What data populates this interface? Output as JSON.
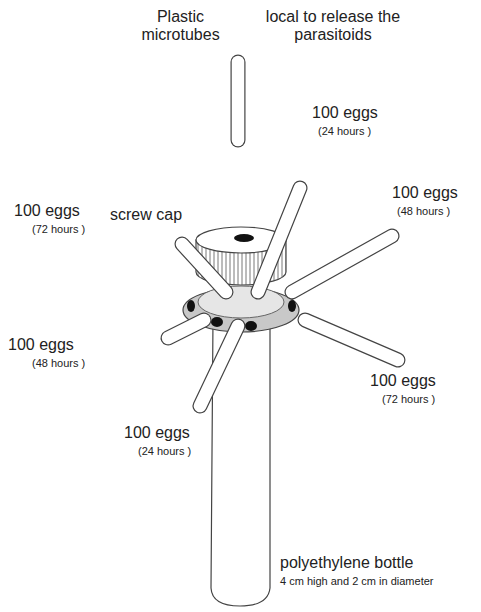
{
  "diagram": {
    "labels": [
      "Plastic microtubes",
      "local to release the parasitoids",
      "100 eggs",
      "(24 hours )",
      "screw cap",
      "100 eggs",
      "(48 hours )",
      "100 eggs",
      "(72 hours )",
      "100 eggs",
      "(48 hours )",
      "100 eggs",
      "(72 hours )",
      "100 eggs",
      "(24 hours )",
      "polyethylene bottle",
      "4 cm high and 2 cm in diameter"
    ]
  }
}
